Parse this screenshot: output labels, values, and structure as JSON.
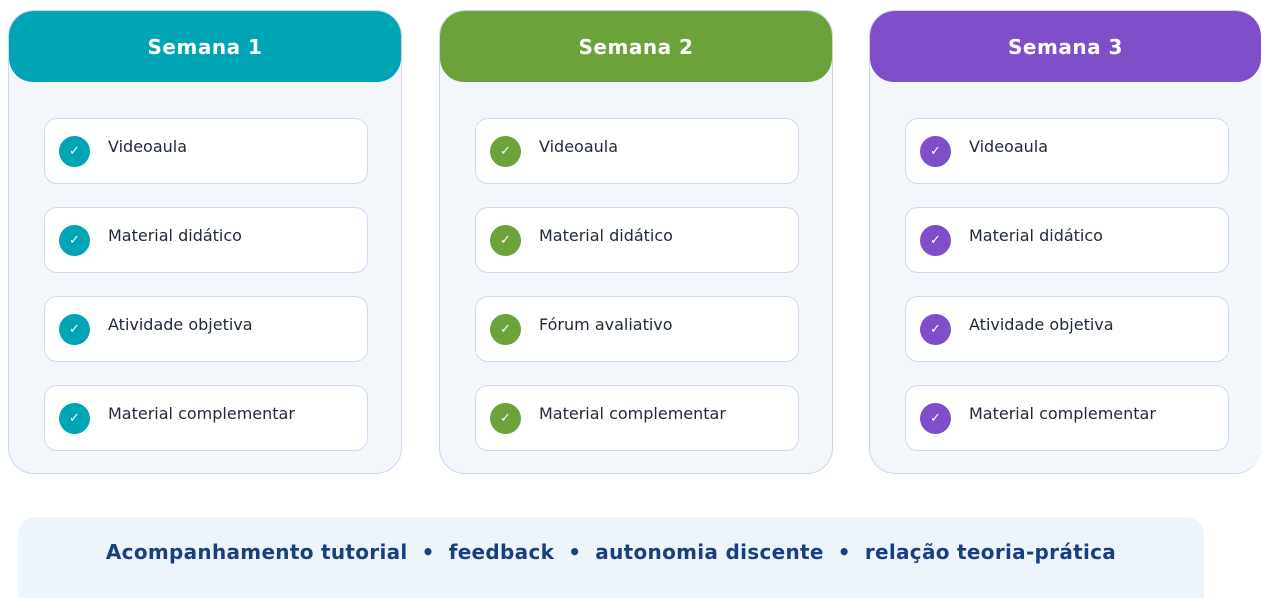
{
  "colors": {
    "week1": "#00a5b5",
    "week2": "#6ba23a",
    "week3": "#7e4fc8",
    "footer_text": "#17407f"
  },
  "weeks": [
    {
      "title": "Semana 1",
      "items": [
        {
          "label": "Videoaula",
          "icon": "check-icon"
        },
        {
          "label": "Material didático",
          "icon": "check-icon"
        },
        {
          "label": "Atividade objetiva",
          "icon": "check-icon"
        },
        {
          "label": "Material complementar",
          "icon": "check-icon"
        }
      ]
    },
    {
      "title": "Semana 2",
      "items": [
        {
          "label": "Videoaula",
          "icon": "check-icon"
        },
        {
          "label": "Material didático",
          "icon": "check-icon"
        },
        {
          "label": "Fórum avaliativo",
          "icon": "check-icon"
        },
        {
          "label": "Material complementar",
          "icon": "check-icon"
        }
      ]
    },
    {
      "title": "Semana 3",
      "items": [
        {
          "label": "Videoaula",
          "icon": "check-icon"
        },
        {
          "label": "Material didático",
          "icon": "check-icon"
        },
        {
          "label": "Atividade objetiva",
          "icon": "check-icon"
        },
        {
          "label": "Material complementar",
          "icon": "check-icon"
        }
      ]
    }
  ],
  "footer": {
    "parts": [
      "Acompanhamento tutorial",
      "feedback",
      "autonomia discente",
      "relação teoria-prática"
    ],
    "separator": "•"
  }
}
